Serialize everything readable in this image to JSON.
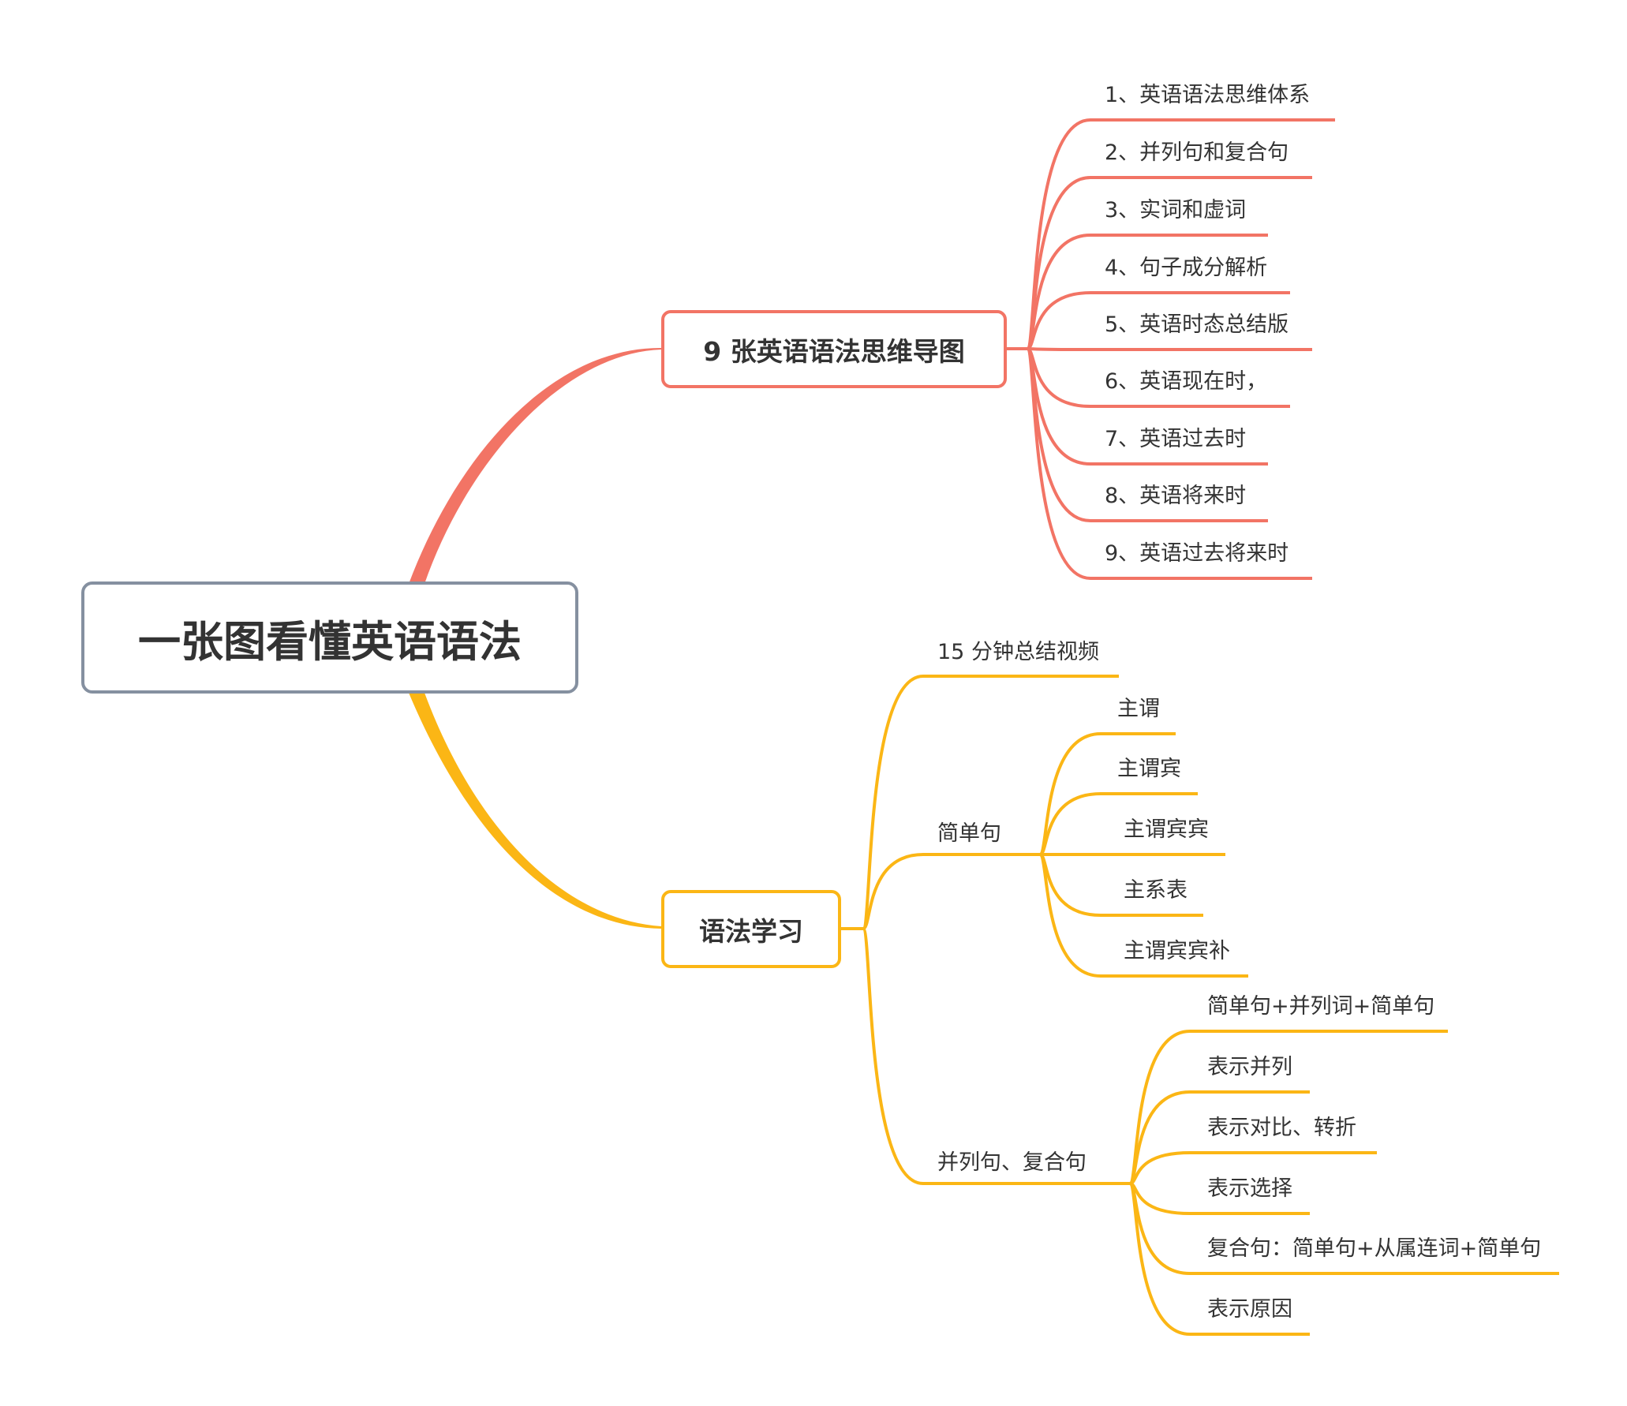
{
  "colors": {
    "root_border": "#8590a0",
    "branch_red": "#f27465",
    "branch_orange": "#fbb615",
    "text": "#333333"
  },
  "root": {
    "label": "一张图看懂英语语法"
  },
  "branch_maps": {
    "label": "9 张英语语法思维导图",
    "items": [
      "1、英语语法思维体系",
      "2、并列句和复合句",
      "3、实词和虚词",
      "4、句子成分解析",
      "5、英语时态总结版",
      "6、英语现在时，",
      "7、英语过去时",
      "8、英语将来时",
      "9、英语过去将来时"
    ]
  },
  "branch_study": {
    "label": "语法学习",
    "video": "15 分钟总结视频",
    "simple": {
      "label": "简单句",
      "items": [
        "主谓",
        "主谓宾",
        "主谓宾宾",
        "主系表",
        "主谓宾宾补"
      ]
    },
    "compound": {
      "label": "并列句、复合句",
      "items": [
        "简单句+并列词+简单句",
        "表示并列",
        "表示对比、转折",
        "表示选择",
        "复合句：简单句+从属连词+简单句",
        "表示原因"
      ]
    }
  }
}
